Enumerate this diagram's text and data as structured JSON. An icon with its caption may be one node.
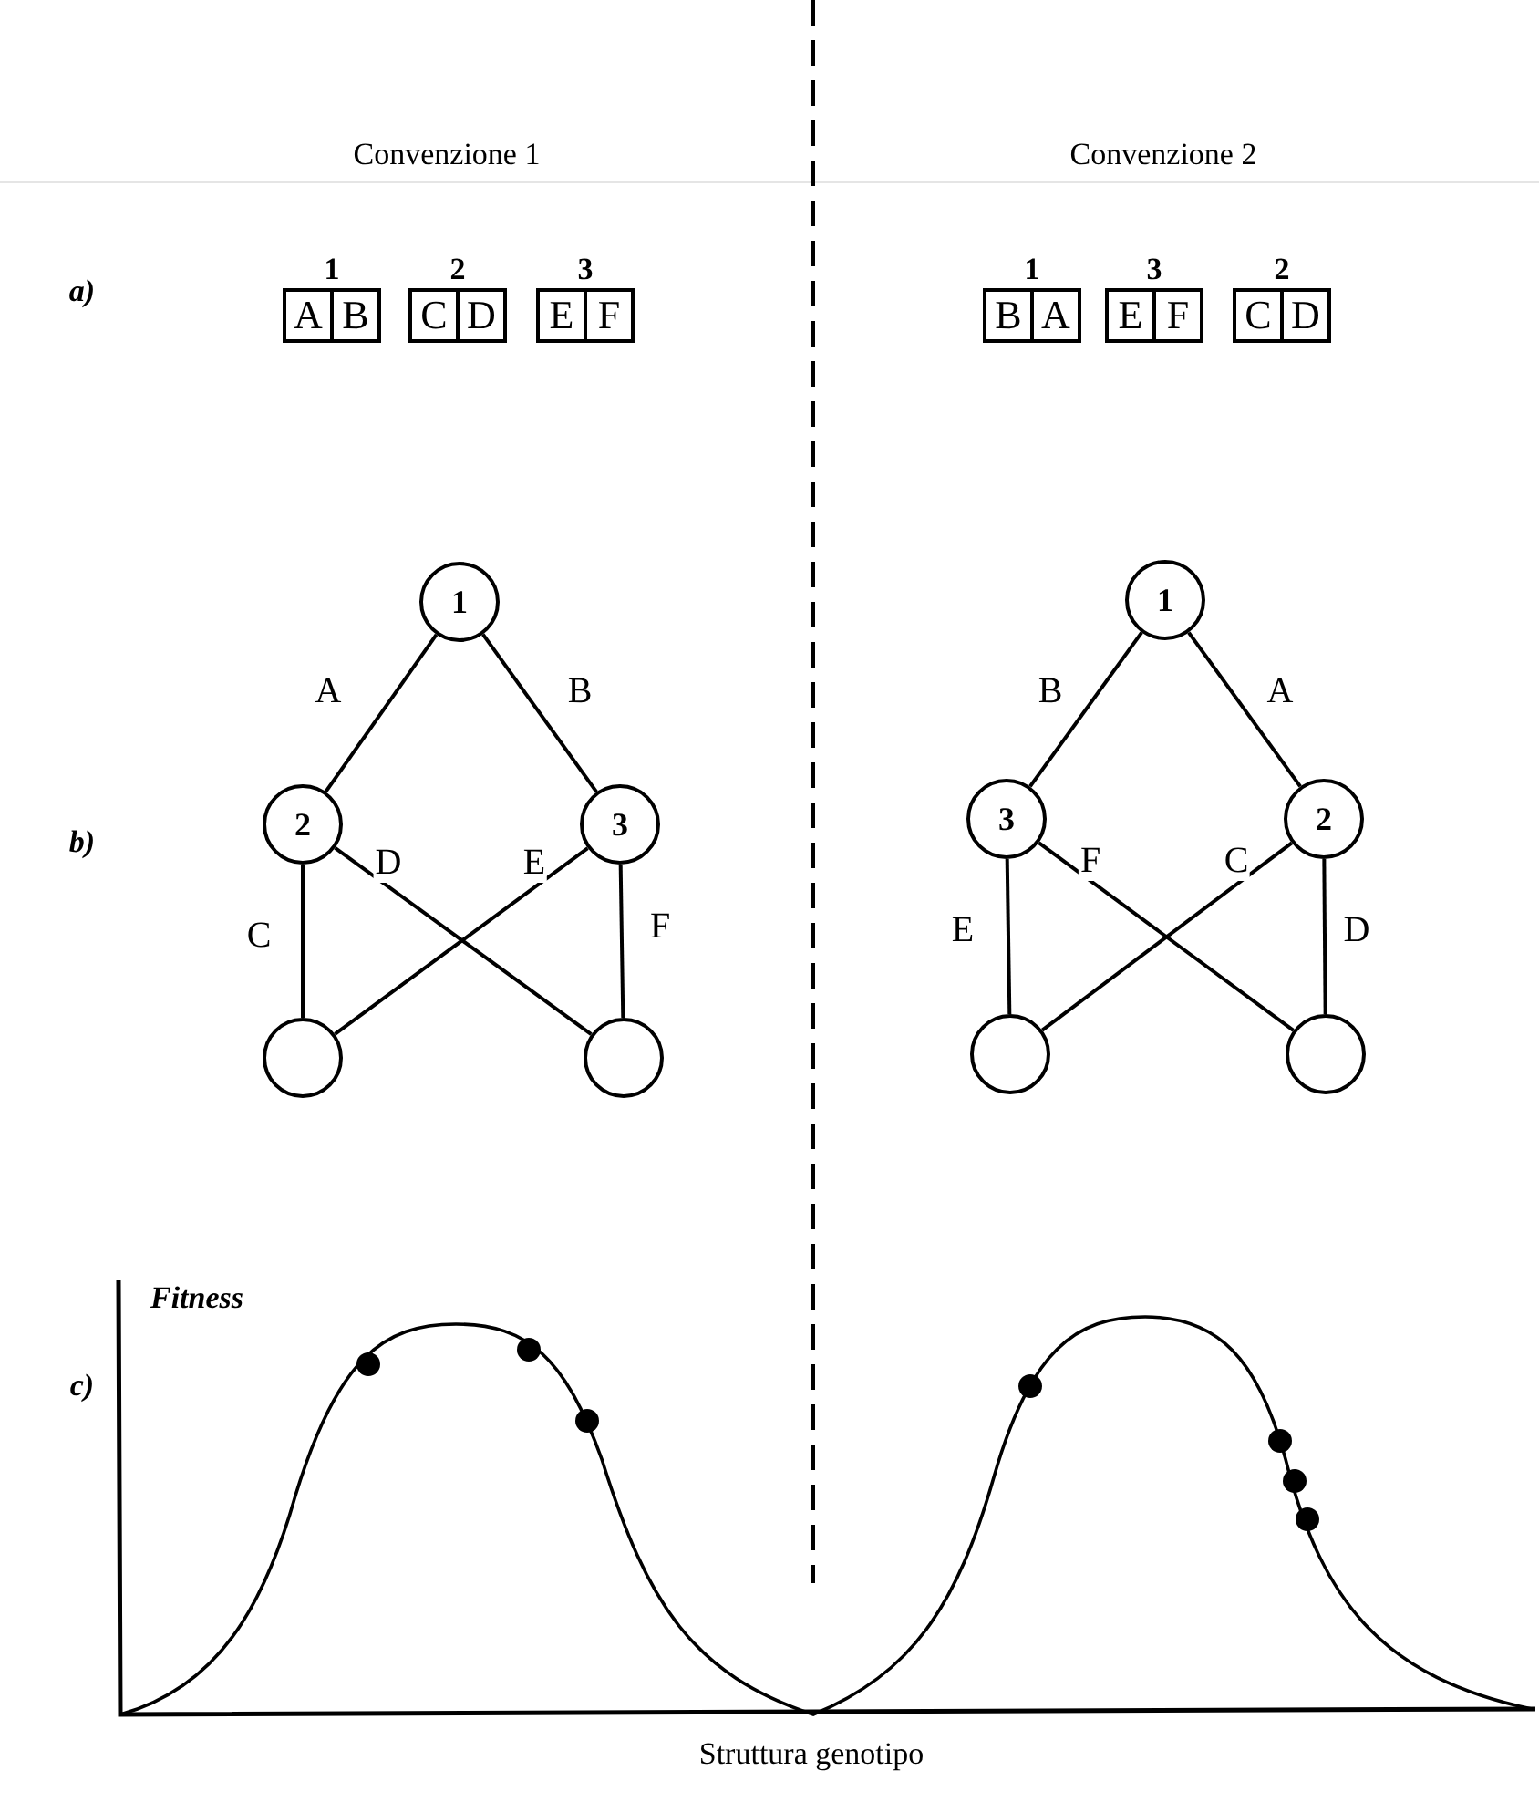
{
  "diagram": {
    "nodes": [
      {
        "text": [
          "1"
        ]
      },
      {
        "text": [
          "A"
        ],
        "in": 0
      },
      {
        "text": [
          "B"
        ],
        "in": 0
      },
      {
        "text": [
          "2"
        ]
      },
      {
        "text": [
          "C"
        ],
        "in": 3
      },
      {
        "text": [
          "D"
        ],
        "in": 3
      },
      {
        "text": [
          "3"
        ]
      },
      {
        "text": [
          "E"
        ],
        "in": 6
      },
      {
        "text": [
          "F"
        ],
        "in": 6
      },
      {
        "text": [
          "1"
        ]
      },
      {
        "text": [
          "B"
        ],
        "in": 9
      },
      {
        "text": [
          "A"
        ],
        "in": 9
      },
      {
        "text": [
          "3"
        ]
      },
      {
        "text": [
          "E"
        ],
        "in": 12
      },
      {
        "text": [
          "F"
        ],
        "in": 12
      },
      {
        "text": [
          "2"
        ]
      },
      {
        "text": [
          "C"
        ],
        "in": 15
      },
      {
        "text": [
          "D"
        ],
        "in": 15
      },
      {
        "text": [
          "1"
        ]
      },
      {
        "text": [
          "2"
        ]
      },
      {
        "text": [
          "3"
        ]
      },
      {
        "text": [],
        "shape": "circle"
      },
      {
        "text": [],
        "shape": "circle"
      },
      {
        "text": [
          "1"
        ]
      },
      {
        "text": [
          "3"
        ]
      },
      {
        "text": [
          "2"
        ]
      },
      {
        "text": [],
        "shape": "circle"
      },
      {
        "text": [],
        "shape": "circle"
      }
    ],
    "edges": [
      {
        "from": 18,
        "to": 19,
        "arrow": "none",
        "label": "A"
      },
      {
        "from": 18,
        "to": 20,
        "arrow": "none",
        "label": "B"
      },
      {
        "from": 19,
        "to": 21,
        "arrow": "none",
        "label": "C"
      },
      {
        "from": 19,
        "to": 22,
        "arrow": "none",
        "label": "D"
      },
      {
        "from": 20,
        "to": 21,
        "arrow": "none",
        "label": "E"
      },
      {
        "from": 20,
        "to": 22,
        "arrow": "none",
        "label": "F"
      },
      {
        "from": 23,
        "to": 24,
        "arrow": "none",
        "label": "B"
      },
      {
        "from": 23,
        "to": 25,
        "arrow": "none",
        "label": "A"
      },
      {
        "from": 24,
        "to": 26,
        "arrow": "none",
        "label": "E"
      },
      {
        "from": 24,
        "to": 27,
        "arrow": "none",
        "label": "F"
      },
      {
        "from": 25,
        "to": 26,
        "arrow": "none",
        "label": "C"
      },
      {
        "from": 25,
        "to": 27,
        "arrow": "none",
        "label": "D"
      }
    ],
    "labels": [
      "Convenzione 1",
      "Convenzione 2",
      "a)",
      "b)",
      "c)",
      "Fitness",
      "Struttura genotipo"
    ]
  }
}
